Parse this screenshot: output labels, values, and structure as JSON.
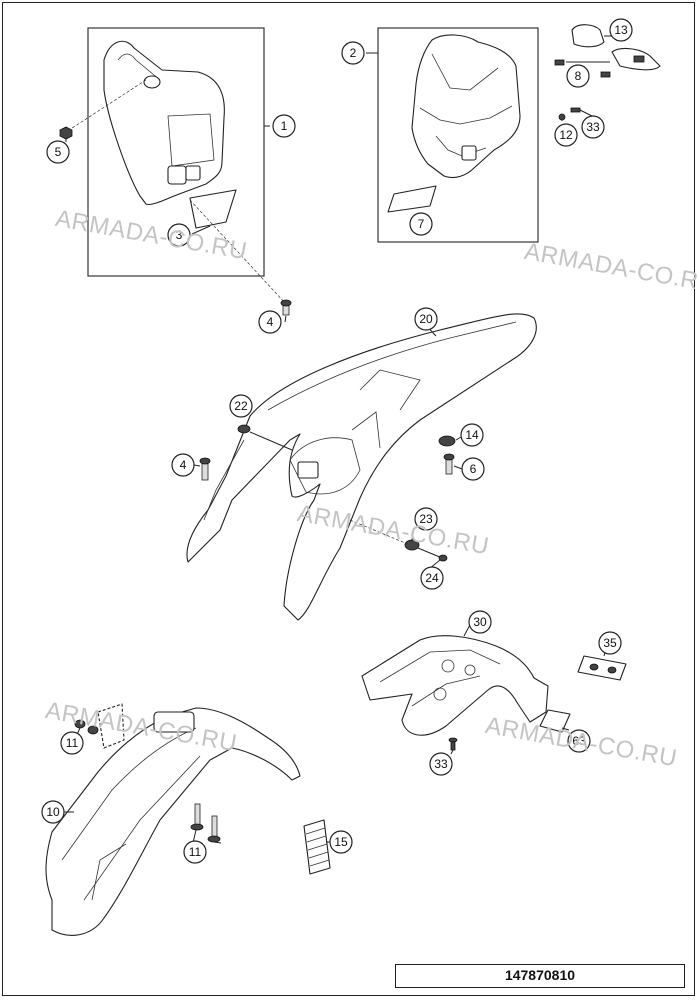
{
  "callouts": {
    "c1": "1",
    "c2": "2",
    "c3": "3",
    "c4a": "4",
    "c4b": "4",
    "c5": "5",
    "c6": "6",
    "c7": "7",
    "c8": "8",
    "c10": "10",
    "c11a": "11",
    "c11b": "11",
    "c12": "12",
    "c13": "13",
    "c14": "14",
    "c15": "15",
    "c20": "20",
    "c22": "22",
    "c23": "23",
    "c24": "24",
    "c30": "30",
    "c33a": "33",
    "c33b": "33",
    "c35": "35",
    "c63": "63"
  },
  "watermark": "ARMADA-CO.RU",
  "diagram_number": "147870810"
}
